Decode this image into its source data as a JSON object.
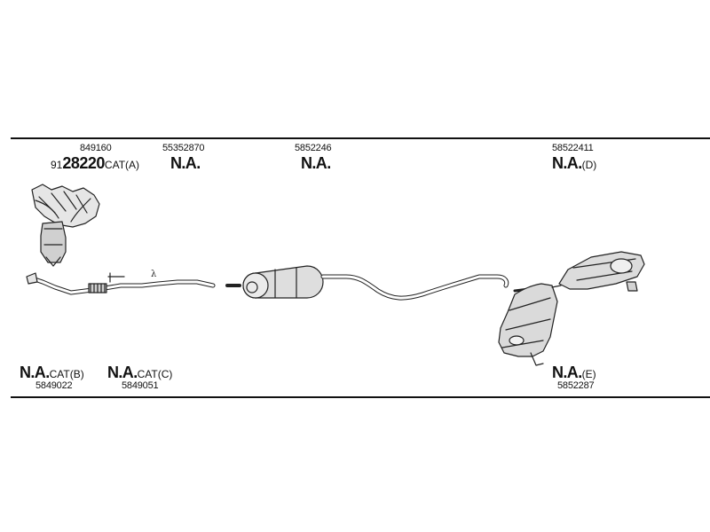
{
  "parts": {
    "manifold": {
      "number": "849160",
      "prefix": "91",
      "code": "28220",
      "suffix": "CAT(A)"
    },
    "downpipe": {
      "number": "55352870",
      "status": "N.A."
    },
    "center_muffler": {
      "number": "5852246",
      "status": "N.A."
    },
    "rear_muffler": {
      "number": "58522411",
      "status": "N.A.",
      "suffix": "(D)"
    },
    "cat_b": {
      "status": "N.A.",
      "suffix": "CAT(B)",
      "number": "5849022"
    },
    "cat_c": {
      "status": "N.A.",
      "suffix": "CAT(C)",
      "number": "5849051"
    },
    "rear_e": {
      "status": "N.A.",
      "suffix": "(E)",
      "number": "5852287"
    }
  },
  "diagram": {
    "lambda_symbol": "λ"
  }
}
